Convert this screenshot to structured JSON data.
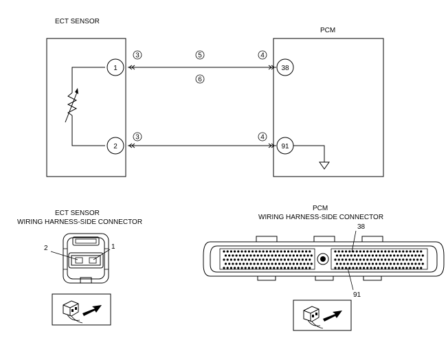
{
  "schematic": {
    "ect_sensor_title": "ECT SENSOR",
    "pcm_title": "PCM",
    "sensor_pins": [
      "1",
      "2"
    ],
    "pcm_pins": [
      "38",
      "91"
    ],
    "callouts": {
      "sensor_pin1_side": "3",
      "sensor_pin2_side": "3",
      "pcm_pin38_side": "4",
      "pcm_pin91_side": "4",
      "wire_top_upper": "5",
      "wire_top_lower": "6"
    }
  },
  "ect_connector": {
    "title_line1": "ECT SENSOR",
    "title_line2": "WIRING HARNESS-SIDE CONNECTOR",
    "pin_left": "2",
    "pin_right": "1"
  },
  "pcm_connector": {
    "title_line1": "PCM",
    "title_line2": "WIRING HARNESS-SIDE CONNECTOR",
    "pin_top": "38",
    "pin_bottom": "91"
  }
}
